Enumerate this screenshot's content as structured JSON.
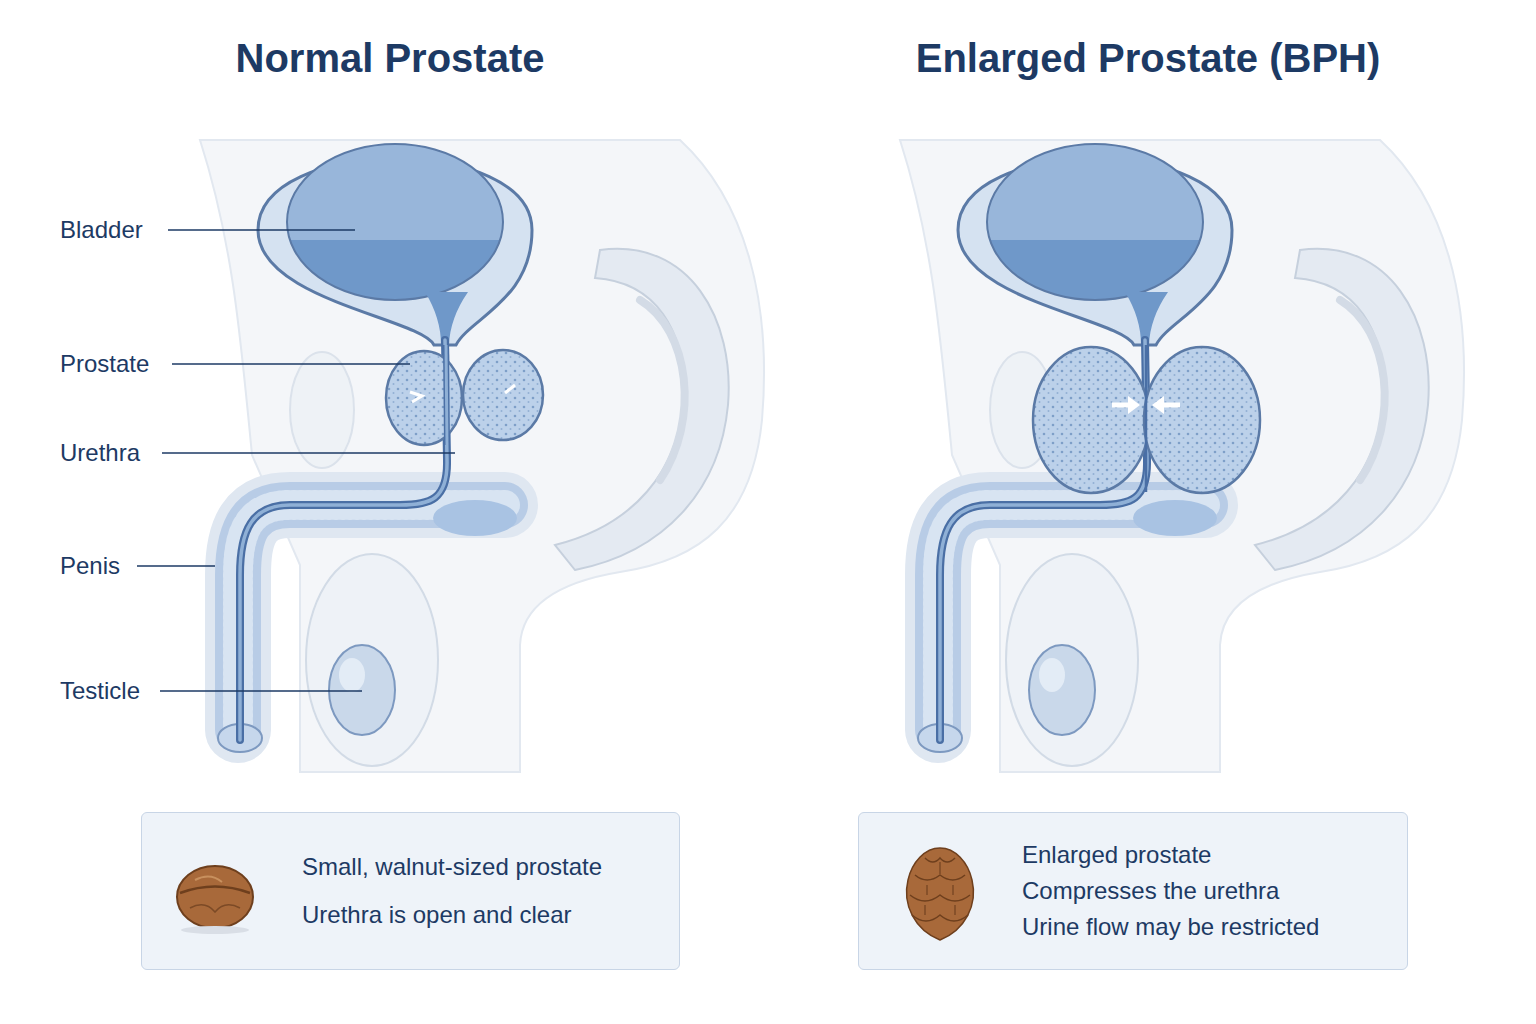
{
  "diagram": {
    "nodes": [
      {
        "text": [
          "Small, walnut-sized prostate",
          "Urethra is open and clear"
        ]
      },
      {
        "text": [
          "Enlarged prostate",
          "Compresses the urethra",
          "Urine flow may be restricted"
        ]
      }
    ],
    "labels": [
      "Normal Prostate",
      "Enlarged Prostate (BPH)",
      "Bladder",
      "Prostate",
      "Urethra",
      "Penis",
      "Testicle"
    ]
  }
}
